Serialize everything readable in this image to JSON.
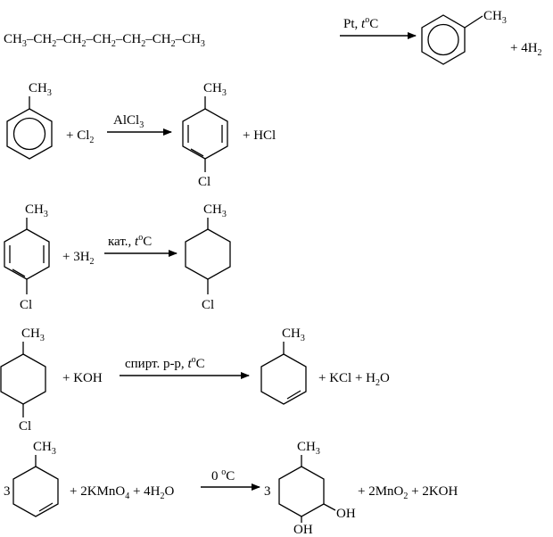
{
  "reactions": [
    {
      "id": "r1",
      "reactant_formula": "CH3–CH2–CH2–CH2–CH2–CH2–CH3",
      "conditions": "Pt, t°C",
      "product_substituent": "CH3",
      "byproduct": "+ 4H2"
    },
    {
      "id": "r2",
      "reactant_substituent": "CH3",
      "reagent": "+ Cl2",
      "conditions": "AlCl3",
      "product_top": "CH3",
      "product_bottom": "Cl",
      "byproduct": "+ HCl"
    },
    {
      "id": "r3",
      "reactant_top": "CH3",
      "reactant_bottom": "Cl",
      "reagent": "+ 3H2",
      "conditions": "кат., t°C",
      "product_top": "CH3",
      "product_bottom": "Cl"
    },
    {
      "id": "r4",
      "reactant_top": "CH3",
      "reactant_bottom": "Cl",
      "reagent": "+ KOH",
      "conditions": "спирт. р-р, t°C",
      "product_substituent": "CH3",
      "byproduct": "+ KCl + H2O"
    },
    {
      "id": "r5",
      "coef_left": "3",
      "reactant_substituent": "CH3",
      "reagent": "+ 2KMnO4 + 4H2O",
      "conditions": "0 °C",
      "coef_right": "3",
      "product_top": "CH3",
      "product_oh1": "OH",
      "product_oh2": "OH",
      "byproduct": "+ 2MnO2 + 2KOH"
    }
  ]
}
